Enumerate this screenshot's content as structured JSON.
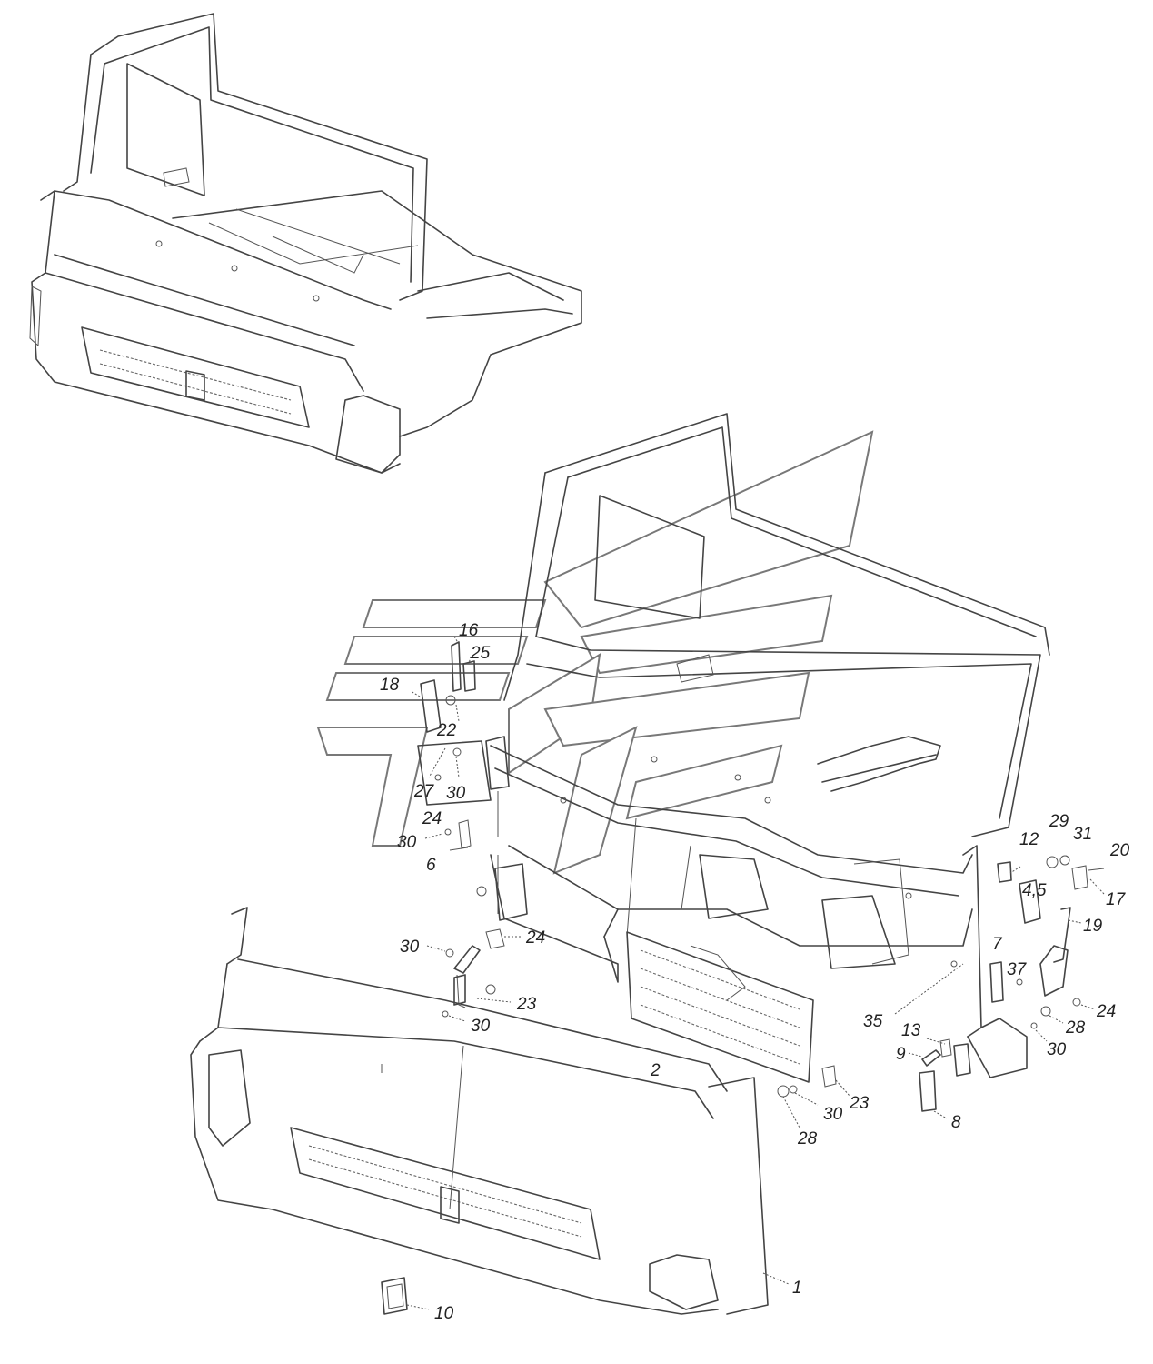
{
  "diagram": {
    "callouts": [
      {
        "id": "c16",
        "label": "16"
      },
      {
        "id": "c25",
        "label": "25"
      },
      {
        "id": "c18",
        "label": "18"
      },
      {
        "id": "c22",
        "label": "22"
      },
      {
        "id": "c27",
        "label": "27"
      },
      {
        "id": "c30a",
        "label": "30"
      },
      {
        "id": "c24a",
        "label": "24"
      },
      {
        "id": "c30b",
        "label": "30"
      },
      {
        "id": "c6",
        "label": "6"
      },
      {
        "id": "c30c",
        "label": "30"
      },
      {
        "id": "c24b",
        "label": "24"
      },
      {
        "id": "c23a",
        "label": "23"
      },
      {
        "id": "c30d",
        "label": "30"
      },
      {
        "id": "c2",
        "label": "2"
      },
      {
        "id": "c28a",
        "label": "28"
      },
      {
        "id": "c30e",
        "label": "30"
      },
      {
        "id": "c23b",
        "label": "23"
      },
      {
        "id": "c12",
        "label": "12"
      },
      {
        "id": "c29",
        "label": "29"
      },
      {
        "id": "c31",
        "label": "31"
      },
      {
        "id": "c20",
        "label": "20"
      },
      {
        "id": "c45",
        "label": "4,5"
      },
      {
        "id": "c17",
        "label": "17"
      },
      {
        "id": "c19",
        "label": "19"
      },
      {
        "id": "c7",
        "label": "7"
      },
      {
        "id": "c37",
        "label": "37"
      },
      {
        "id": "c24c",
        "label": "24"
      },
      {
        "id": "c35",
        "label": "35"
      },
      {
        "id": "c28b",
        "label": "28"
      },
      {
        "id": "c13",
        "label": "13"
      },
      {
        "id": "c30f",
        "label": "30"
      },
      {
        "id": "c9",
        "label": "9"
      },
      {
        "id": "c8",
        "label": "8"
      },
      {
        "id": "c1",
        "label": "1"
      },
      {
        "id": "c10",
        "label": "10"
      }
    ]
  }
}
